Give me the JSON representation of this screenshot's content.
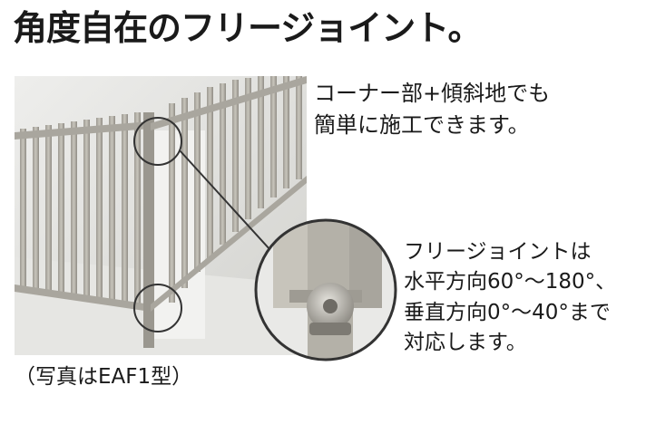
{
  "title": "角度自在のフリージョイント。",
  "note_top": {
    "line1": "コーナー部+傾斜地でも",
    "line2": "簡単に施工できます。"
  },
  "note_bottom": {
    "line1": "フリージョイントは",
    "line2": "水平方向60°～180°、",
    "line3": "垂直方向0°～40°まで",
    "line4": "対応します。"
  },
  "caption": "（写真はEAF1型）",
  "colors": {
    "fence_bar": "#b7b4ab",
    "fence_shadow": "#8f8c84",
    "background_wall": "#dcdcd8",
    "ground": "#e4e4e1"
  }
}
